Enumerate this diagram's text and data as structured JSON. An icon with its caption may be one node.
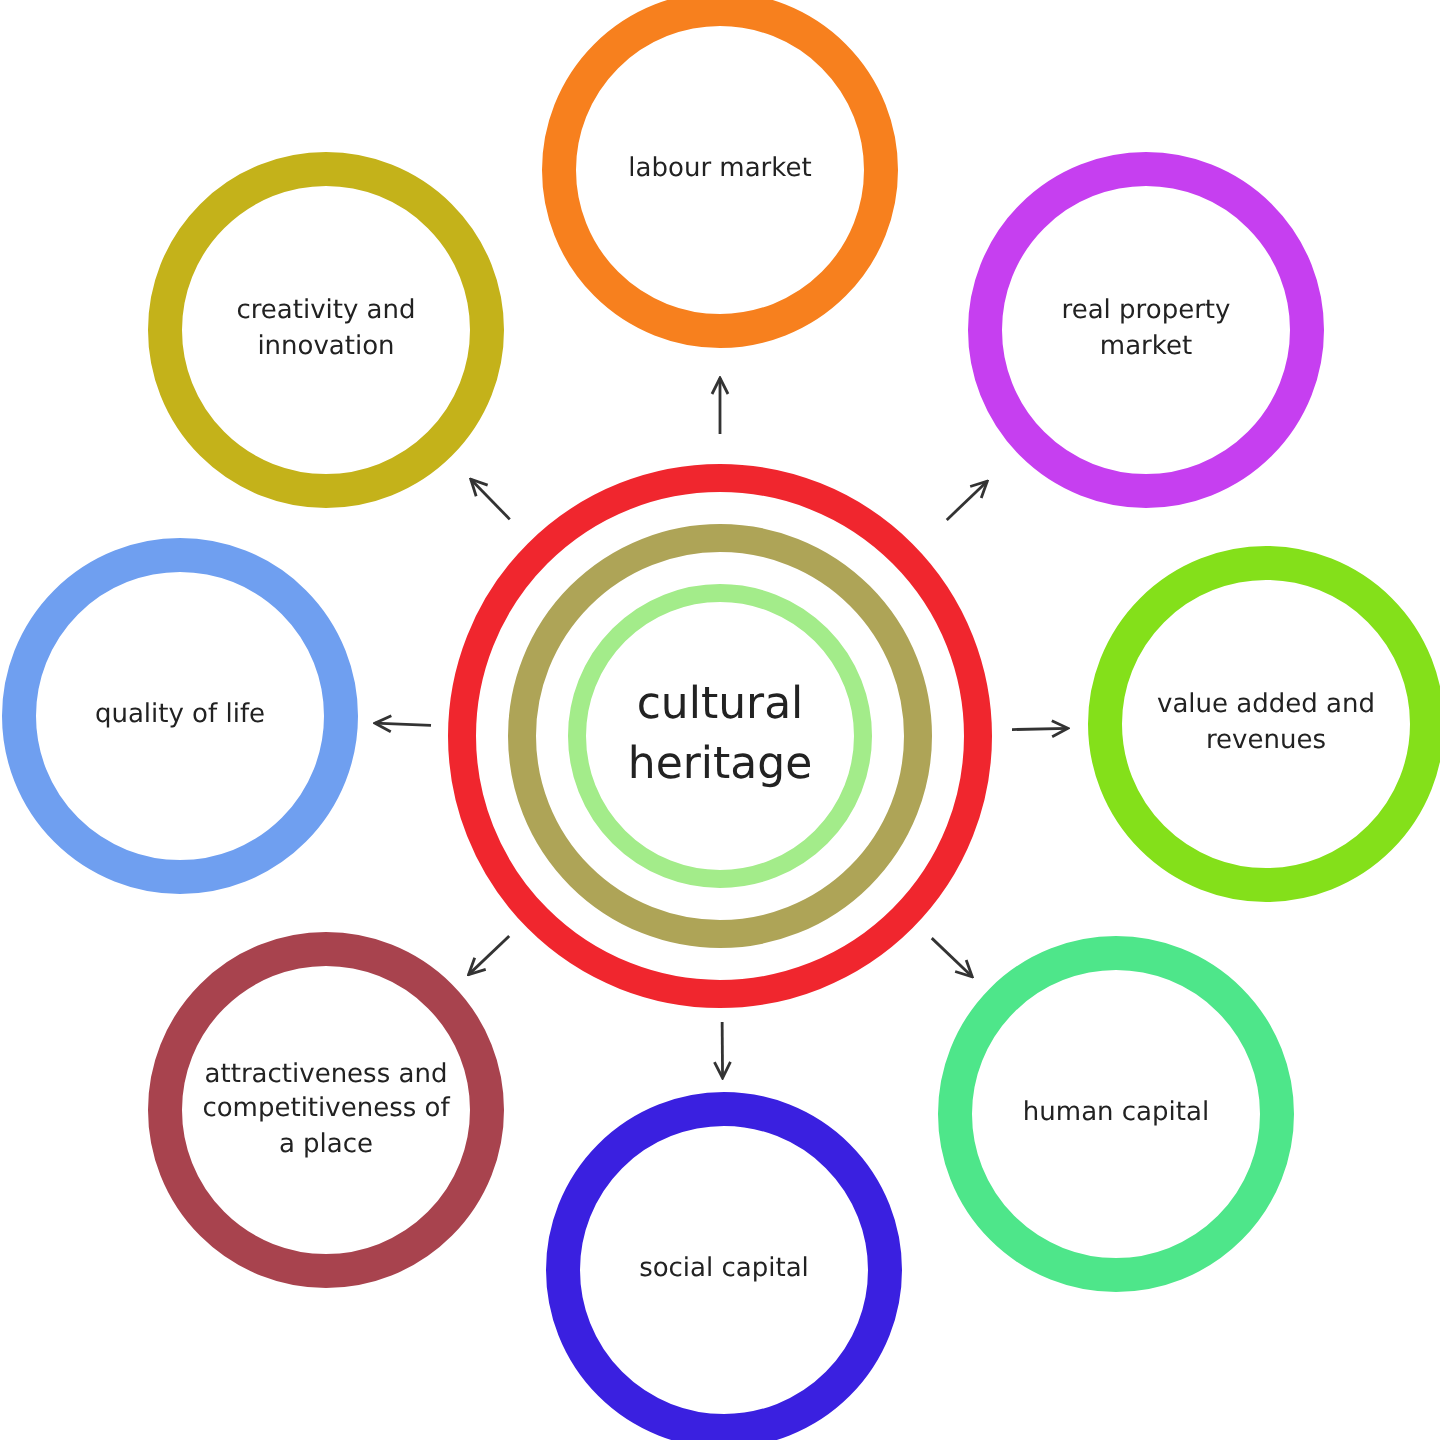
{
  "diagram": {
    "nodes": [
      {
        "text": [
          "cultural heritage"
        ]
      },
      {
        "text": [
          "labour market"
        ]
      },
      {
        "text": [
          "real property market"
        ]
      },
      {
        "text": [
          "value added and revenues"
        ]
      },
      {
        "text": [
          "human capital"
        ]
      },
      {
        "text": [
          "social capital"
        ]
      },
      {
        "text": [
          "attractiveness and competitiveness of a place"
        ]
      },
      {
        "text": [
          "quality of life"
        ]
      },
      {
        "text": [
          "creativity and innovation"
        ]
      }
    ],
    "edges": [
      {
        "from": 0,
        "to": 1,
        "arrow": "to"
      },
      {
        "from": 0,
        "to": 2,
        "arrow": "to"
      },
      {
        "from": 0,
        "to": 3,
        "arrow": "to"
      },
      {
        "from": 0,
        "to": 4,
        "arrow": "to"
      },
      {
        "from": 0,
        "to": 5,
        "arrow": "to"
      },
      {
        "from": 0,
        "to": 6,
        "arrow": "to"
      },
      {
        "from": 0,
        "to": 7,
        "arrow": "to"
      },
      {
        "from": 0,
        "to": 8,
        "arrow": "to"
      }
    ]
  }
}
